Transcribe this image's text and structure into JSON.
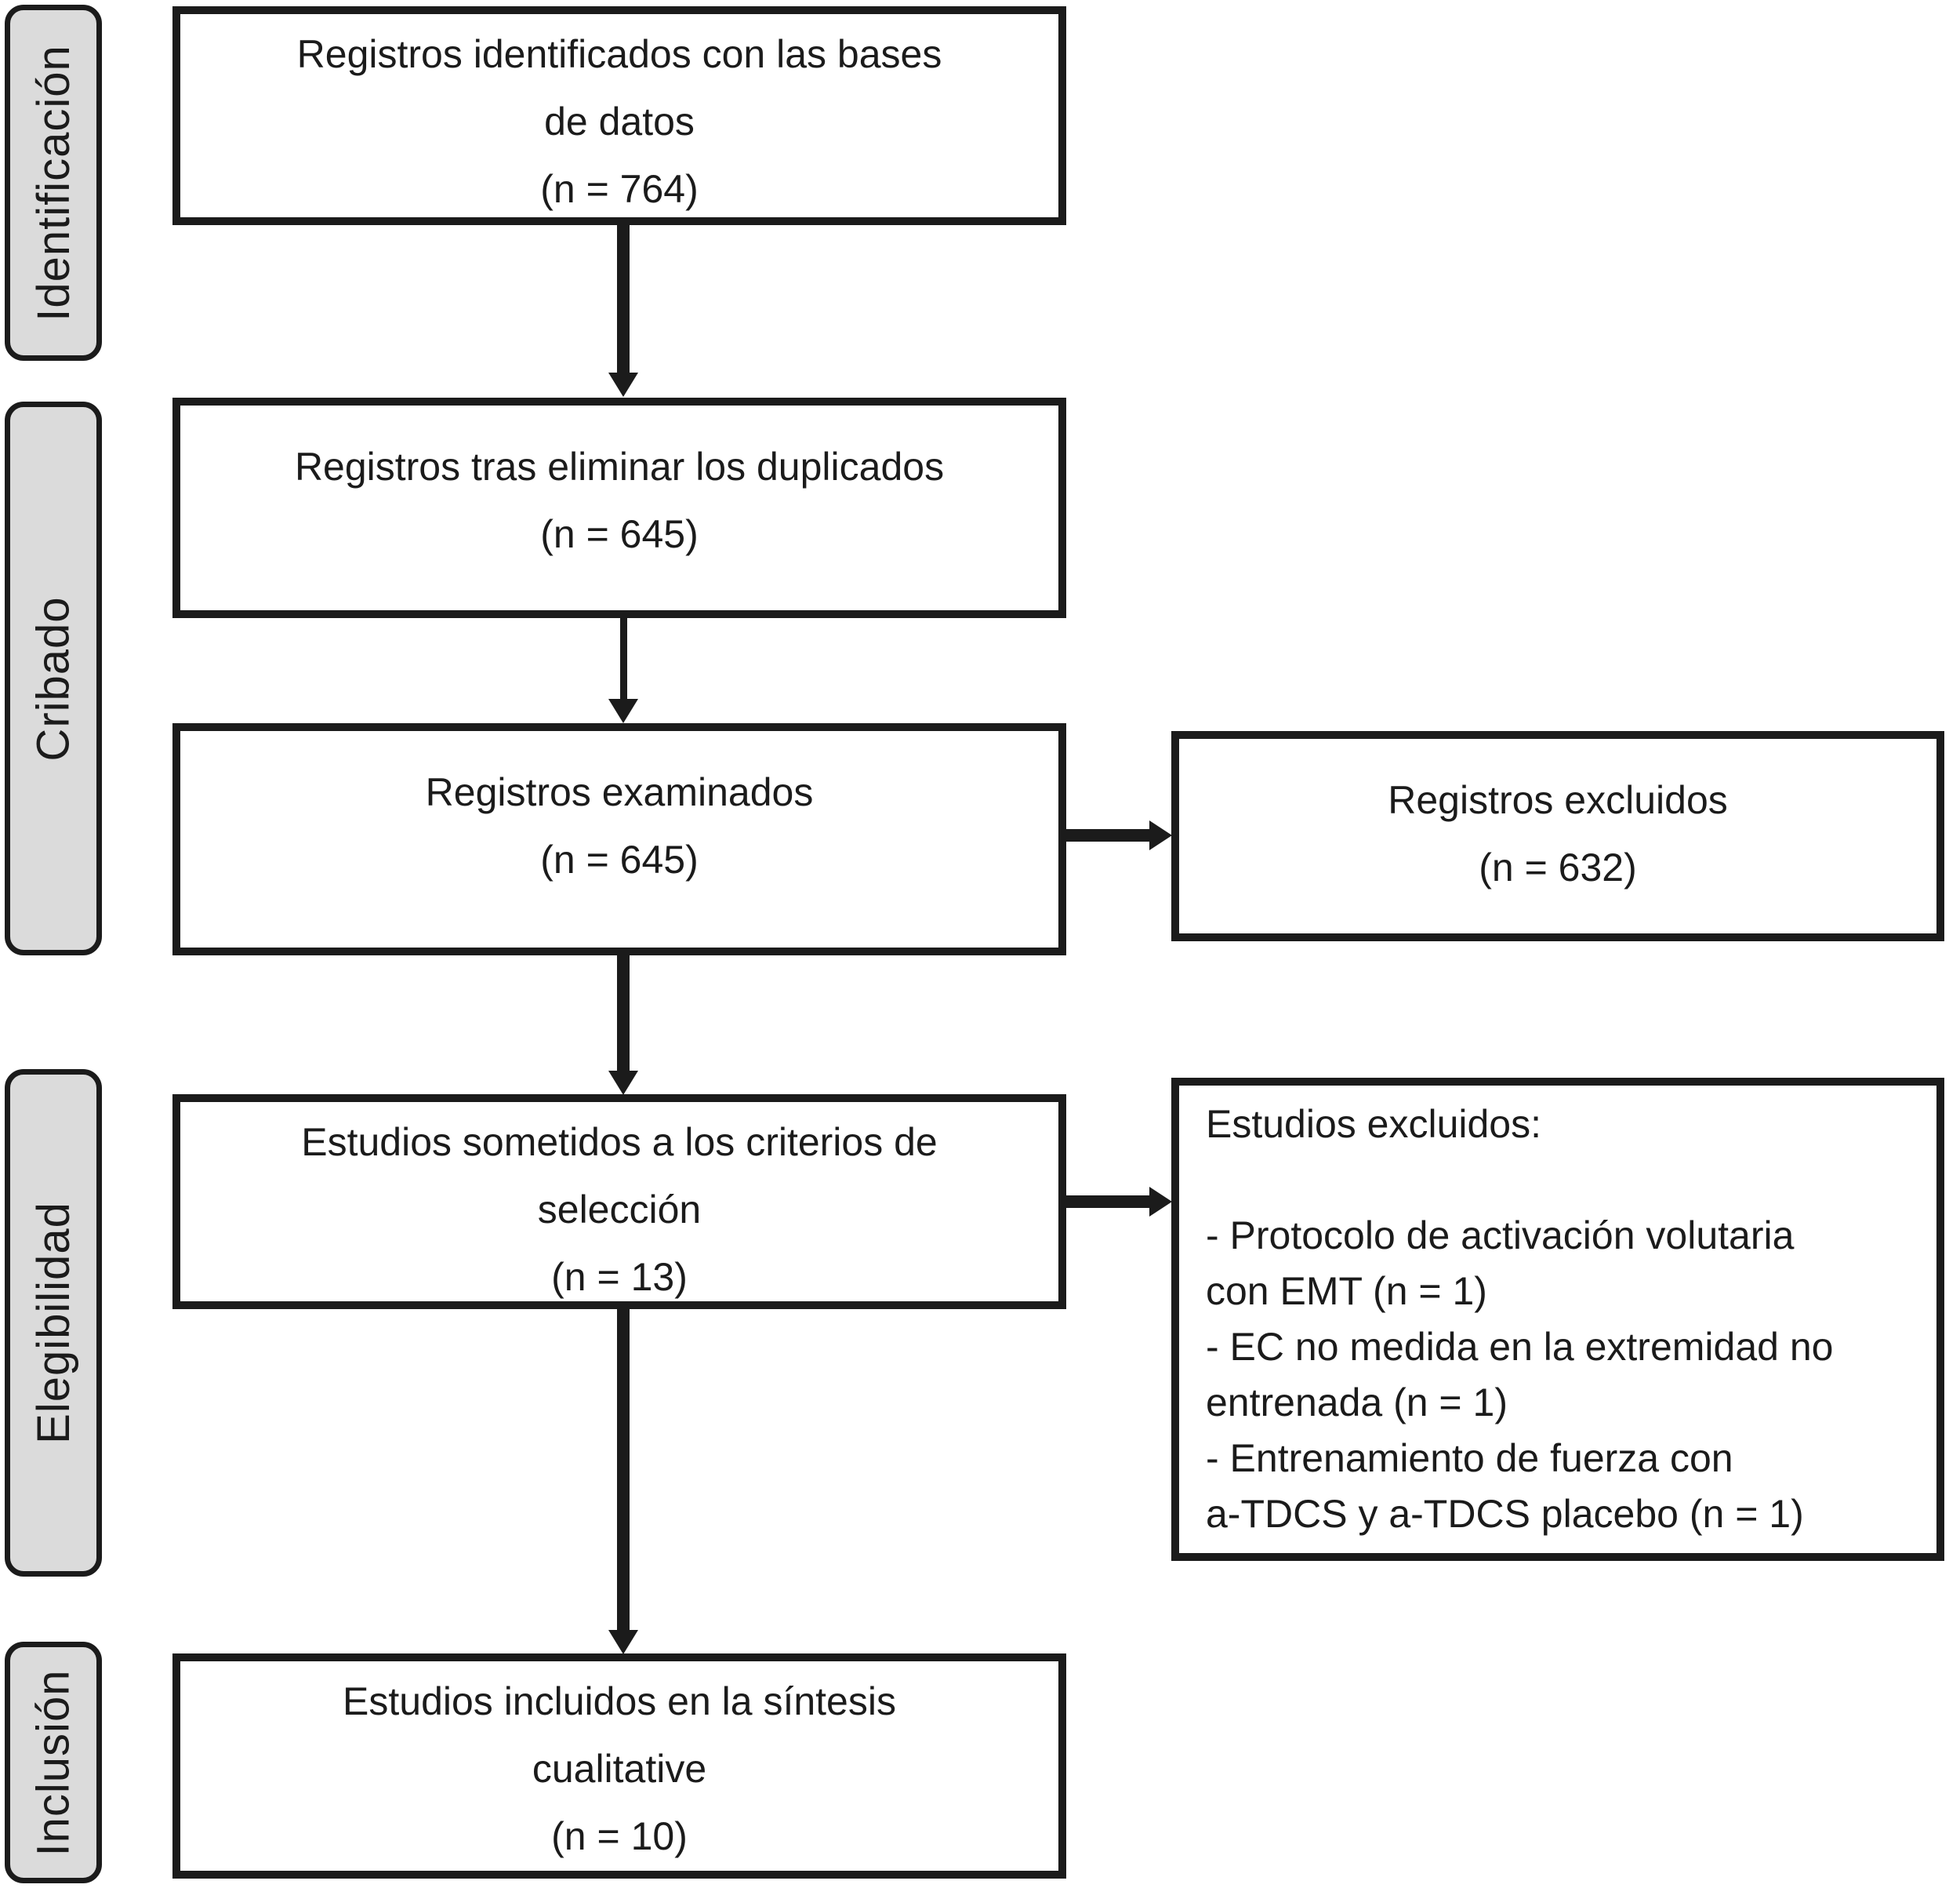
{
  "figure": {
    "type": "prisma-flow-diagram",
    "language": "es"
  },
  "stage_labels": {
    "identification": "Identificación",
    "screening": "Cribado",
    "eligibility": "Elegibilidad",
    "inclusion": "Inclusión"
  },
  "boxes": {
    "identified": {
      "lines": [
        "Registros identificados con las bases",
        "de datos",
        "(n = 764)"
      ],
      "n": 764
    },
    "deduplicated": {
      "lines": [
        "Registros tras eliminar los duplicados",
        "(n = 645)"
      ],
      "n": 645
    },
    "screened": {
      "lines": [
        "Registros examinados",
        "(n = 645)"
      ],
      "n": 645
    },
    "records_excluded": {
      "lines": [
        "Registros excluidos",
        "(n = 632)"
      ],
      "n": 632
    },
    "assessed": {
      "lines": [
        "Estudios sometidos a los criterios de",
        "selección",
        "(n = 13)"
      ],
      "n": 13
    },
    "studies_excluded": {
      "lines": [
        "Estudios excluidos:",
        "",
        "- Protocolo de activación volutaria",
        "con EMT (n = 1)",
        "- EC no medida en la extremidad no",
        "entrenada (n = 1)",
        "- Entrenamiento de fuerza con",
        "a-TDCS y a-TDCS placebo (n = 1)"
      ],
      "n_each": 1
    },
    "included": {
      "lines": [
        "Estudios incluidos en la síntesis",
        "cualitative",
        "(n = 10)"
      ],
      "n": 10
    }
  },
  "colors": {
    "line_and_text": "#1b1b1b",
    "stage_fill": "#dbdbdb",
    "box_fill": "#ffffff",
    "background": "#ffffff"
  }
}
